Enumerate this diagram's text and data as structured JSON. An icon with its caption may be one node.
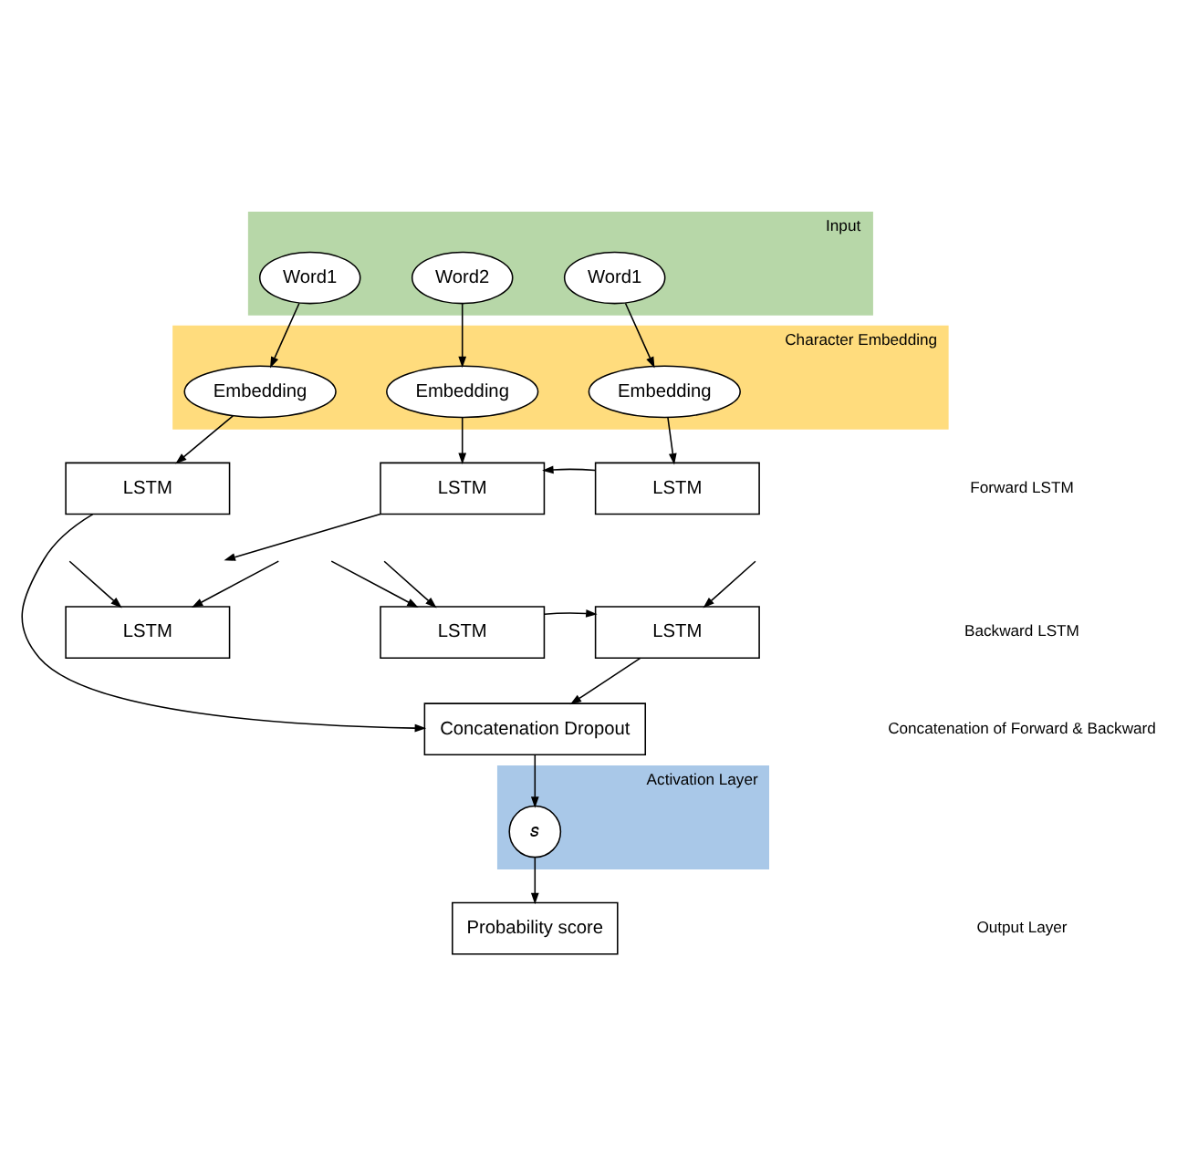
{
  "diagram": {
    "nodes": [
      {
        "text": [
          "Input"
        ]
      },
      {
        "text": [
          "Word1"
        ],
        "in": 0
      },
      {
        "text": [
          "Word2"
        ],
        "in": 0
      },
      {
        "text": [
          "Word1"
        ],
        "in": 0
      },
      {
        "text": [
          "Character Embedding"
        ]
      },
      {
        "text": [
          "Embedding"
        ],
        "in": 4
      },
      {
        "text": [
          "Embedding"
        ],
        "in": 4
      },
      {
        "text": [
          "Embedding"
        ],
        "in": 4
      },
      {
        "text": [
          "LSTM"
        ]
      },
      {
        "text": [
          "LSTM"
        ]
      },
      {
        "text": [
          "LSTM"
        ]
      },
      {
        "text": [
          "LSTM"
        ]
      },
      {
        "text": [
          "LSTM"
        ]
      },
      {
        "text": [
          "LSTM"
        ]
      },
      {
        "text": [
          "Concatenation Dropout"
        ]
      },
      {
        "text": [
          "Activation Layer"
        ]
      },
      {
        "text": [
          "𝑠"
        ],
        "in": 15
      },
      {
        "text": [
          "Probability score"
        ]
      }
    ],
    "edges": [
      {
        "from": 1,
        "to": 5,
        "arrow": "to"
      },
      {
        "from": 2,
        "to": 6,
        "arrow": "to"
      },
      {
        "from": 3,
        "to": 7,
        "arrow": "to"
      },
      {
        "from": 5,
        "to": 8,
        "arrow": "to"
      },
      {
        "from": 6,
        "to": 9,
        "arrow": "to"
      },
      {
        "from": 7,
        "to": 10,
        "arrow": "to"
      },
      {
        "from": 10,
        "to": 9,
        "arrow": "to"
      },
      {
        "from": 9,
        "to": null,
        "arrow": "to"
      },
      {
        "from": null,
        "to": 11,
        "arrow": "to"
      },
      {
        "from": null,
        "to": 12,
        "arrow": "to"
      },
      {
        "from": 12,
        "to": 13,
        "arrow": "to"
      },
      {
        "from": null,
        "to": 11,
        "arrow": "to"
      },
      {
        "from": null,
        "to": 12,
        "arrow": "to"
      },
      {
        "from": null,
        "to": 13,
        "arrow": "to"
      },
      {
        "from": 8,
        "to": 14,
        "arrow": "to"
      },
      {
        "from": 13,
        "to": 14,
        "arrow": "to"
      },
      {
        "from": 14,
        "to": 16,
        "arrow": "to"
      },
      {
        "from": 16,
        "to": 17,
        "arrow": "to"
      }
    ],
    "labels": [
      "Forward LSTM",
      "Backward LSTM",
      "Concatenation of Forward & Backward",
      "Output Layer"
    ]
  }
}
